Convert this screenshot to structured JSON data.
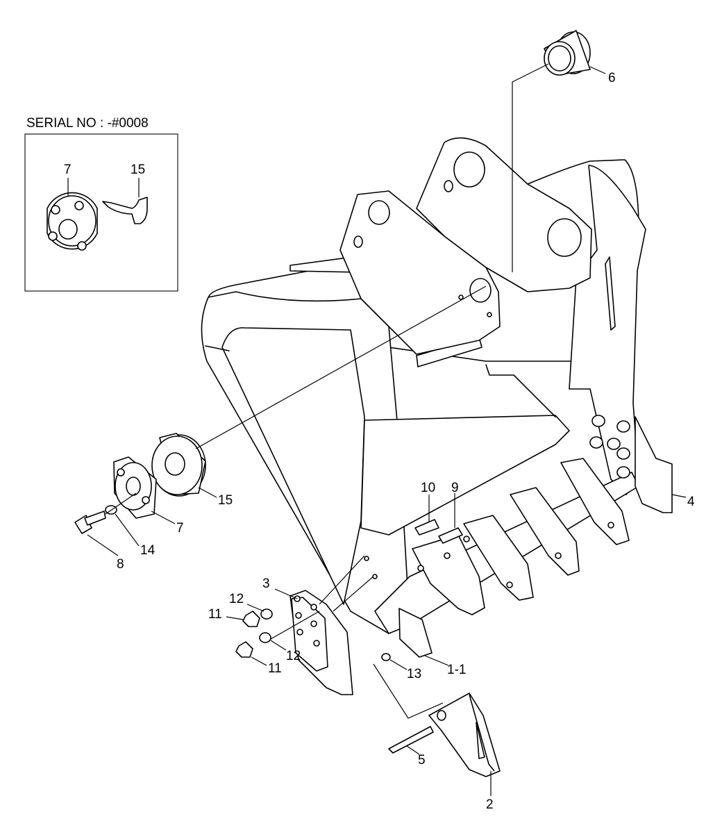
{
  "inset": {
    "serial_label": "SERIAL NO : -#0008",
    "callouts": {
      "flange": "7",
      "shim": "15"
    }
  },
  "callouts": {
    "tooth": "1-1",
    "adapter_tooth": "2",
    "side_cutter": "3",
    "side_plate": "4",
    "pin": "5",
    "bushing": "6",
    "flange": "7",
    "bolt": "8",
    "bolt_9": "9",
    "bolt_10": "10",
    "nut_upper": "11",
    "nut_lower": "11",
    "washer_upper": "12",
    "washer_lower": "12",
    "lock_washer": "13",
    "washer_14": "14",
    "shim": "15"
  },
  "icons": {
    "boss_icon": "bucket-boss-icon",
    "bushing_icon": "bushing-icon"
  }
}
